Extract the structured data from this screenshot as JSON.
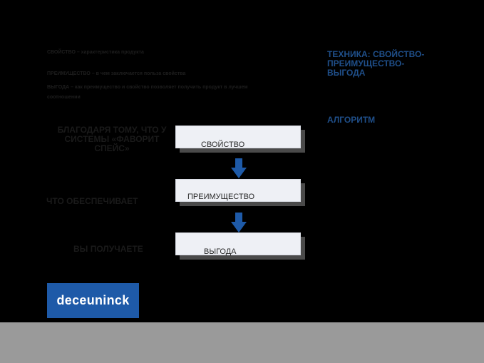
{
  "definitions": {
    "line1": "СВОЙСТВО – характеристика продукта",
    "line2": "ПРЕИМУЩЕСТВО – в чем заключается польза свойства",
    "line3": "ВЫГОДА – как преимущество и свойство позволяет получить продукт в лучшем соотношении"
  },
  "side": {
    "technique_title": "ТЕХНИКА: СВОЙСТВО-ПРЕИМУЩЕСТВО-ВЫГОДА",
    "algorithm_title": "АЛГОРИТМ"
  },
  "left_labels": {
    "label1": "БЛАГОДАРЯ ТОМУ, ЧТО У СИСТЕМЫ «ФАВОРИТ СПЕЙС»",
    "label2": "ЧТО ОБЕСПЕЧИВАЕТ",
    "label3": "ВЫ ПОЛУЧАЕТЕ"
  },
  "boxes": {
    "box1": "СВОЙСТВО",
    "box2": "ПРЕИМУЩЕСТВО",
    "box3": "ВЫГОДА"
  },
  "logo": {
    "text": "deceuninck",
    "color": "#1e5aa8"
  },
  "colors": {
    "background": "#000000",
    "footer": "#9a9a9a",
    "arrow": "#1e5aa8",
    "box": "#eef0f5"
  }
}
